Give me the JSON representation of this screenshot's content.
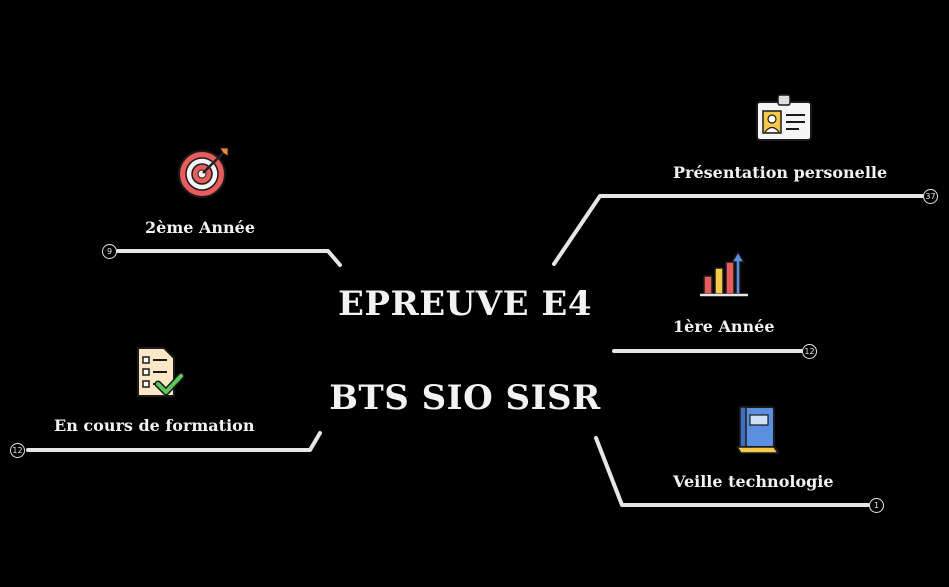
{
  "center": {
    "title_line1": "EPREUVE E4",
    "title_line2": "BTS SIO SISR"
  },
  "branches": {
    "second_year": {
      "label": "2ème Année",
      "count": "9",
      "icon": "target-icon"
    },
    "in_training": {
      "label": "En cours de formation",
      "count": "12",
      "icon": "checklist-icon"
    },
    "presentation": {
      "label": "Présentation personelle",
      "count": "37",
      "icon": "id-badge-icon"
    },
    "first_year": {
      "label": "1ère Année",
      "count": "12",
      "icon": "bar-chart-icon"
    },
    "tech_watch": {
      "label": "Veille technologie",
      "count": "1",
      "icon": "book-icon"
    }
  },
  "colors": {
    "background": "#000000",
    "lines": "#e6e6e6",
    "text": "#f2f2f2"
  }
}
